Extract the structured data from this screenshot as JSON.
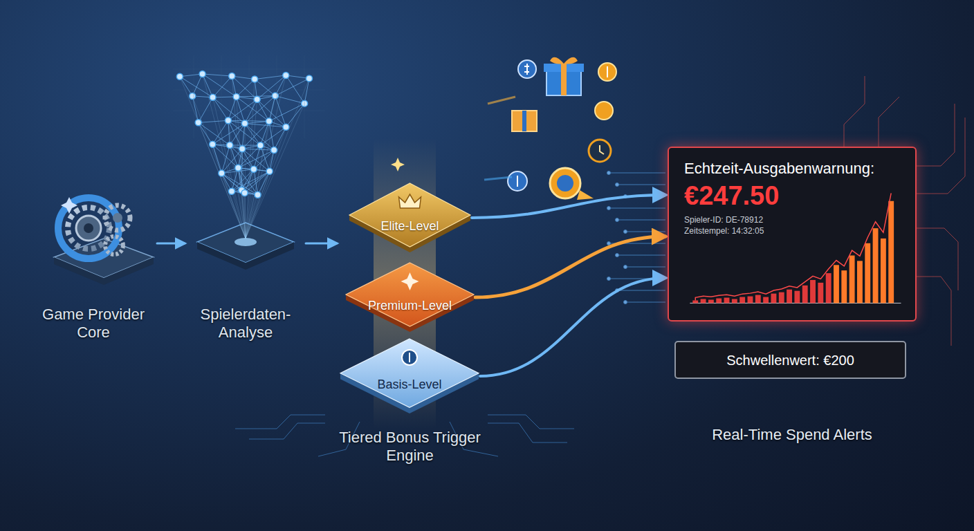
{
  "diagram": {
    "nodes": [
      {
        "text": [
          "Game Provider Core"
        ]
      },
      {
        "text": [
          "Spielerdaten-Analyse"
        ]
      },
      {
        "text": [
          "Tiered Bonus Trigger Engine"
        ]
      },
      {
        "text": [
          "Elite-Level"
        ],
        "in": 2
      },
      {
        "text": [
          "Premium-Level"
        ],
        "in": 2
      },
      {
        "text": [
          "Basis-Level"
        ],
        "in": 2
      },
      {
        "text": [
          "Echtzeit-Ausgabenwarnung:",
          "€247.50",
          "Spieler-ID: DE-78912",
          "Zeitstempel: 14:32:05"
        ]
      },
      {
        "text": [
          "Schwellenwert: €200"
        ]
      }
    ],
    "edges": [
      {
        "from": 0,
        "to": 1,
        "arrow": "to"
      },
      {
        "from": 1,
        "to": 2,
        "arrow": "to"
      },
      {
        "from": 3,
        "to": 6,
        "arrow": "to"
      },
      {
        "from": 4,
        "to": 6,
        "arrow": "to"
      },
      {
        "from": 5,
        "to": 6,
        "arrow": "to"
      }
    ],
    "labels": [
      "Real-Time Spend Alerts"
    ]
  }
}
